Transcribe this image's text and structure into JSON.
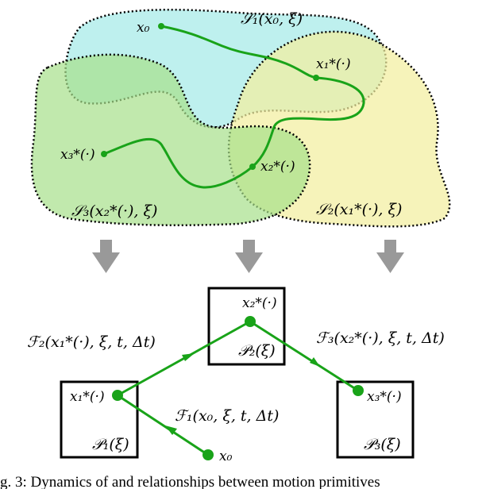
{
  "colors": {
    "set1_fill": "#a8ebe8",
    "set2_fill": "#f2eea0",
    "set3_fill": "#a6e08a",
    "trajectory": "#19a319",
    "arrow_gray": "#999999",
    "box_border": "#000000"
  },
  "top": {
    "sets": [
      {
        "label": "𝒮₁(x₀, ξ)"
      },
      {
        "label": "𝒮₂(x₁*(·), ξ)"
      },
      {
        "label": "𝒮₃(x₂*(·), ξ)"
      }
    ],
    "points": [
      {
        "label": "x₀"
      },
      {
        "label": "x₁*(·)"
      },
      {
        "label": "x₂*(·)"
      },
      {
        "label": "x₃*(·)"
      }
    ]
  },
  "bottom": {
    "primitives": [
      {
        "state": "x₁*(·)",
        "name": "𝒫₁(ξ)"
      },
      {
        "state": "x₂*(·)",
        "name": "𝒫₂(ξ)"
      },
      {
        "state": "x₃*(·)",
        "name": "𝒫₃(ξ)"
      }
    ],
    "start_label": "x₀",
    "transitions": [
      {
        "label": "ℱ₁(x₀, ξ, t, Δt)"
      },
      {
        "label": "ℱ₂(x₁*(·), ξ, t, Δt)"
      },
      {
        "label": "ℱ₃(x₂*(·), ξ, t, Δt)"
      }
    ]
  },
  "caption": "g. 3: Dynamics of and relationships between motion primitives"
}
